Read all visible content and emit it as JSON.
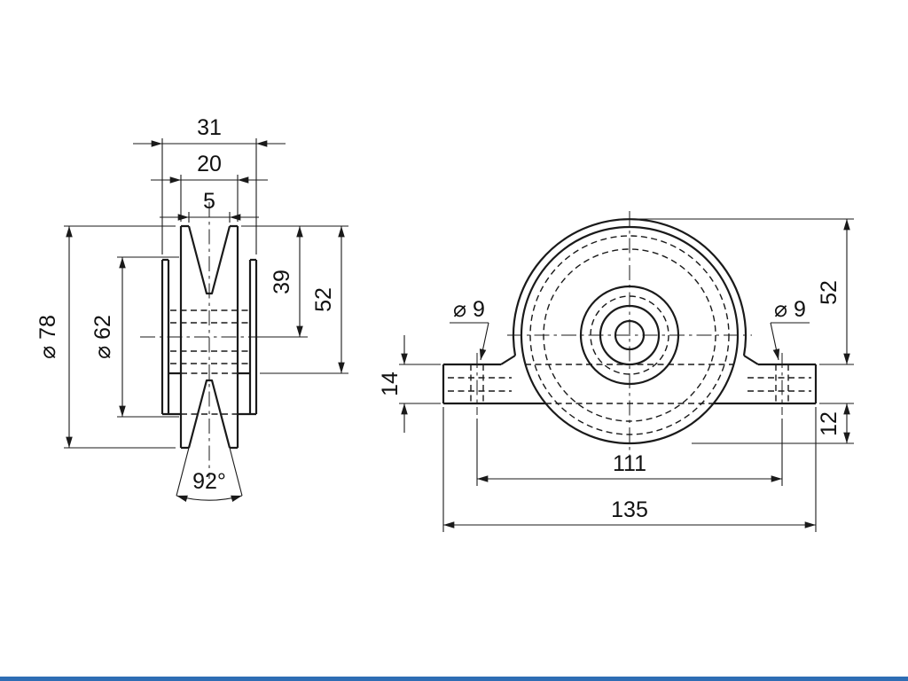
{
  "page": {
    "background": "#ffffff",
    "line_color": "#1a1a1a",
    "bottom_bar_color": "#2e6db4"
  },
  "drawing": {
    "side_view": {
      "width_outer": "31",
      "width_wheel": "20",
      "groove_opening": "5",
      "dia_outer": "⌀ 78",
      "dia_groove": "⌀ 62",
      "rim_to_center": "39",
      "rim_to_plate": "52",
      "groove_angle": "92°"
    },
    "front_view": {
      "hole_dia_left": "⌀ 9",
      "hole_dia_right": "⌀ 9",
      "plate_thickness": "14",
      "height_top_to_plate": "52",
      "plate_to_wheel_bottom": "12",
      "hole_spacing": "111",
      "overall_length": "135"
    }
  }
}
